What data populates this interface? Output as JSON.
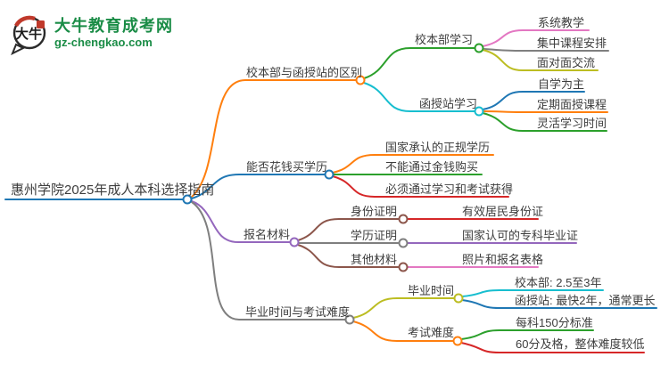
{
  "site": {
    "logo_badge": "大牛",
    "name": "大牛教育成考网",
    "url": "gz-chengkao.com"
  },
  "palette": {
    "blue": "#1f77b4",
    "orange": "#ff7f0e",
    "green": "#2ca02c",
    "red": "#d62728",
    "purple": "#9467bd",
    "brown": "#8c564b",
    "pink": "#e377c2",
    "gray": "#7f7f7f",
    "olive": "#bcbd22",
    "cyan": "#17becf",
    "logo_green": "#1a8c46",
    "logo_red": "#c0392b",
    "text": "#3d3d3d"
  },
  "mindmap": {
    "root": {
      "label": "惠州学院2025年成人本科选择指南",
      "color": "#1f77b4"
    },
    "branches": [
      {
        "label": "校本部与函授站的区别",
        "color": "#ff7f0e",
        "children": [
          {
            "label": "校本部学习",
            "color": "#2ca02c",
            "children": [
              {
                "label": "系统教学",
                "color": "#e377c2"
              },
              {
                "label": "集中课程安排",
                "color": "#7f7f7f"
              },
              {
                "label": "面对面交流",
                "color": "#bcbd22"
              }
            ]
          },
          {
            "label": "函授站学习",
            "color": "#17becf",
            "children": [
              {
                "label": "自学为主",
                "color": "#1f77b4"
              },
              {
                "label": "定期面授课程",
                "color": "#ff7f0e"
              },
              {
                "label": "灵活学习时间",
                "color": "#2ca02c"
              }
            ]
          }
        ]
      },
      {
        "label": "能否花钱买学历",
        "color": "#1f77b4",
        "children": [
          {
            "label": "国家承认的正规学历",
            "color": "#ff7f0e"
          },
          {
            "label": "不能通过金钱购买",
            "color": "#2ca02c"
          },
          {
            "label": "必须通过学习和考试获得",
            "color": "#d62728"
          }
        ]
      },
      {
        "label": "报名材料",
        "color": "#9467bd",
        "children": [
          {
            "label": "身份证明",
            "color": "#8c564b",
            "children": [
              {
                "label": "有效居民身份证",
                "color": "#d62728"
              }
            ]
          },
          {
            "label": "学历证明",
            "color": "#7f7f7f",
            "children": [
              {
                "label": "国家认可的专科毕业证",
                "color": "#9467bd"
              }
            ]
          },
          {
            "label": "其他材料",
            "color": "#8c564b",
            "children": [
              {
                "label": "照片和报名表格",
                "color": "#e377c2"
              }
            ]
          }
        ]
      },
      {
        "label": "毕业时间与考试难度",
        "color": "#7f7f7f",
        "children": [
          {
            "label": "毕业时间",
            "color": "#bcbd22",
            "children": [
              {
                "label": "校本部: 2.5至3年",
                "color": "#17becf"
              },
              {
                "label": "函授站: 最快2年，通常更长",
                "color": "#1f77b4"
              }
            ]
          },
          {
            "label": "考试难度",
            "color": "#ff7f0e",
            "children": [
              {
                "label": "每科150分标准",
                "color": "#2ca02c"
              },
              {
                "label": "60分及格，整体难度较低",
                "color": "#d62728"
              }
            ]
          }
        ]
      }
    ]
  }
}
